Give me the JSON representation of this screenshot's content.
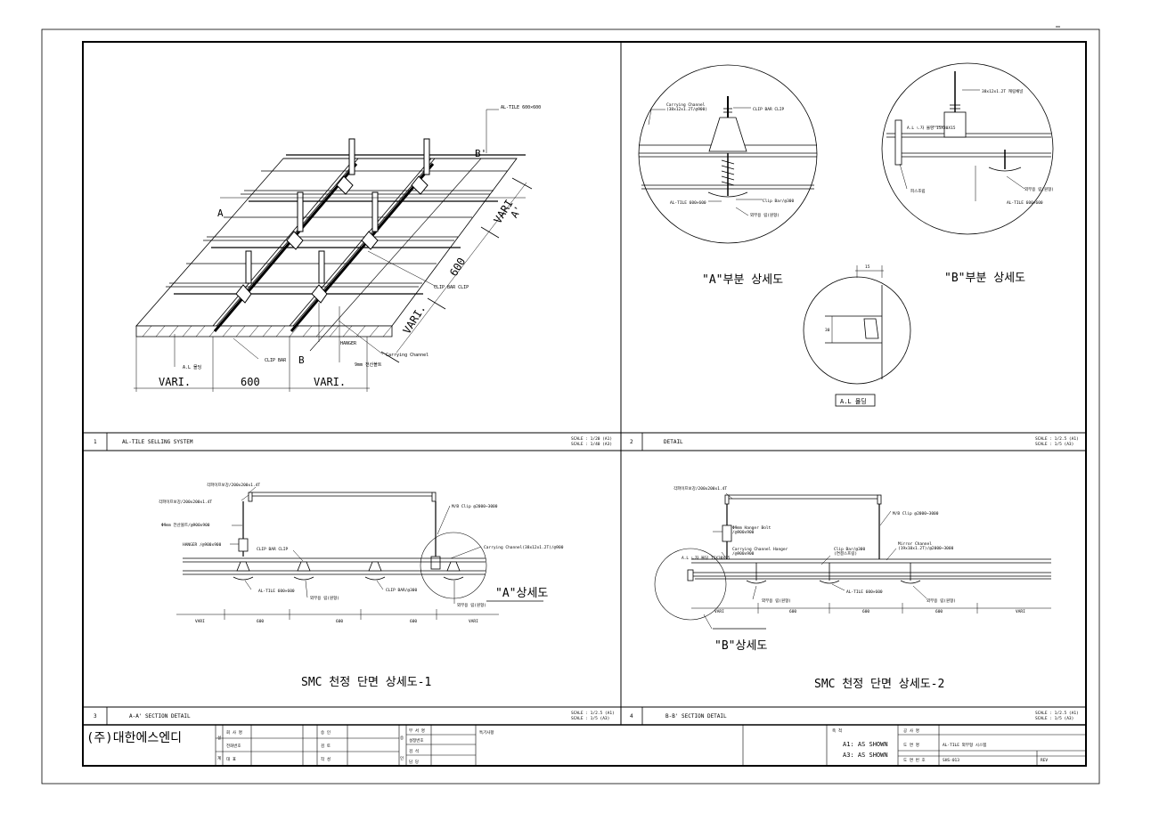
{
  "drawing": {
    "isometric": {
      "al_tile": "AL-TILE 600×600",
      "cut_a": "A",
      "cut_a2": "A'",
      "cut_b": "B",
      "cut_b2": "B'",
      "vari_1": "VARI",
      "dim_600_diag": "600",
      "vari_2": "VARI.",
      "clip_bar_clip": "CLIP BAR CLIP",
      "hanger": "HANGER",
      "al_molding": "A.L 몰딩",
      "clip_bar": "CLIP BAR",
      "bolt": "9mm 전산볼트",
      "carrying_channel": "Carrying Channel",
      "dim_vari_left": "VARI.",
      "dim_600": "600",
      "dim_vari_right": "VARI."
    },
    "detail_a": {
      "carrying_line1": "Carrying Channel",
      "carrying_line2": "(38x12x1.2T/@900)",
      "clip_bar_clip": "CLIP BAR CLIP",
      "clip_bar": "Clip Bar/@300",
      "al_tile": "AL-TILE 600×600",
      "ext_rib": "외부용 림(원형)",
      "title": "\"A\"부분 상세도"
    },
    "detail_b": {
      "channel": "38x12x1.2T 캐링채널",
      "al_angle": "A.L ㄴ자 몰딩 15X30X15",
      "screw": "피스조립",
      "ext_rib": "외부용 림(원형)",
      "al_tile": "AL-TILE 600×600",
      "title": "\"B\"부분 상세도"
    },
    "detail_molding": {
      "dim_15": "15",
      "dim_30": "30",
      "label": "A.L 몰딩"
    },
    "section_a": {
      "angle1": "각파이프보강/200x200x1.4T",
      "angle2": "각파이프보강/200x200x1.4T",
      "bolt": "Φ9mm 전산볼트/@900x900",
      "hanger": "HANGER /@900x900",
      "clip_bar_clip": "CLIP BAR CLIP",
      "mb_clip": "M/B Clip @2000~3000",
      "carrying": "Carrying Channel(38x12x1.2T)/@900",
      "al_tile": "AL-TILE 600×600",
      "rib1": "외부용 림(원형)",
      "clip_bar": "CLIP BAR/@300",
      "rib2": "외부용 림(원형)",
      "callout": "\"A\"상세도",
      "dims": [
        "VARI",
        "600",
        "600",
        "600",
        "VARI"
      ],
      "caption": "SMC 천정 단면 상세도-1"
    },
    "section_b": {
      "angle": "각파이프보강/200x200x1.4T",
      "mb_clip": "M/B Clip @2000~3000",
      "bolt_l1": "Φ9mm Hanger Bolt",
      "bolt_l2": "/@900x900",
      "ch_hanger_l1": "Carrying Channel Hanger",
      "ch_hanger_l2": "/@900x900",
      "clip_l1": "Clip Bar/@300",
      "clip_l2": "(연결스프링)",
      "mirror_l1": "Mirror Channel",
      "mirror_l2": "(19x10x1.2T)/@2000~3000",
      "angle_mold": "A.L ㄴ자 몰딩 15X30X15",
      "rib1": "외부용 림(원형)",
      "al_tile": "AL-TILE 600×600",
      "rib2": "외부용 림(원형)",
      "callout": "\"B\"상세도",
      "dims": [
        "VARI",
        "600",
        "600",
        "600",
        "VARI"
      ],
      "caption": "SMC 천정 단면 상세도-2"
    }
  },
  "panels": {
    "p1": {
      "num": "1",
      "title": "AL-TILE SELLING SYSTEM",
      "scale1": "SCALE : 1/20 (A1)",
      "scale2": "SCALE : 1/40 (A3)"
    },
    "p2": {
      "num": "2",
      "title": "DETAIL",
      "scale1": "SCALE : 1/2.5 (A1)",
      "scale2": "SCALE : 1/5 (A3)"
    },
    "p3": {
      "num": "3",
      "title": "A-A' SECTION DETAIL",
      "scale1": "SCALE : 1/2.5 (A1)",
      "scale2": "SCALE : 1/5 (A3)"
    },
    "p4": {
      "num": "4",
      "title": "B-B' SECTION DETAIL",
      "scale1": "SCALE : 1/2.5 (A1)",
      "scale2": "SCALE : 1/5 (A3)"
    }
  },
  "title_block": {
    "company": "(주)대한에스엔디",
    "side1": "설",
    "side2": "계",
    "side3": "승",
    "side4": "인",
    "roles": [
      "회 사 명",
      "전화번호",
      "대 표"
    ],
    "approvals": [
      "승 인",
      "검 토",
      "작 성"
    ],
    "revisions": [
      "부 서 명",
      "설정번호",
      "검 석",
      "담 당"
    ],
    "notes_label": "특기사항",
    "scale_label": "축 척",
    "scale_a1": "A1: AS SHOWN",
    "scale_a3": "A3: AS SHOWN",
    "project_label": "공 사 명",
    "drawing_label": "도 면 명",
    "drawing_name": "AL-TILE 외부형 시스템",
    "number_label": "도 면 번 호",
    "number_value": "SHS-013",
    "rev_label": "REV"
  }
}
